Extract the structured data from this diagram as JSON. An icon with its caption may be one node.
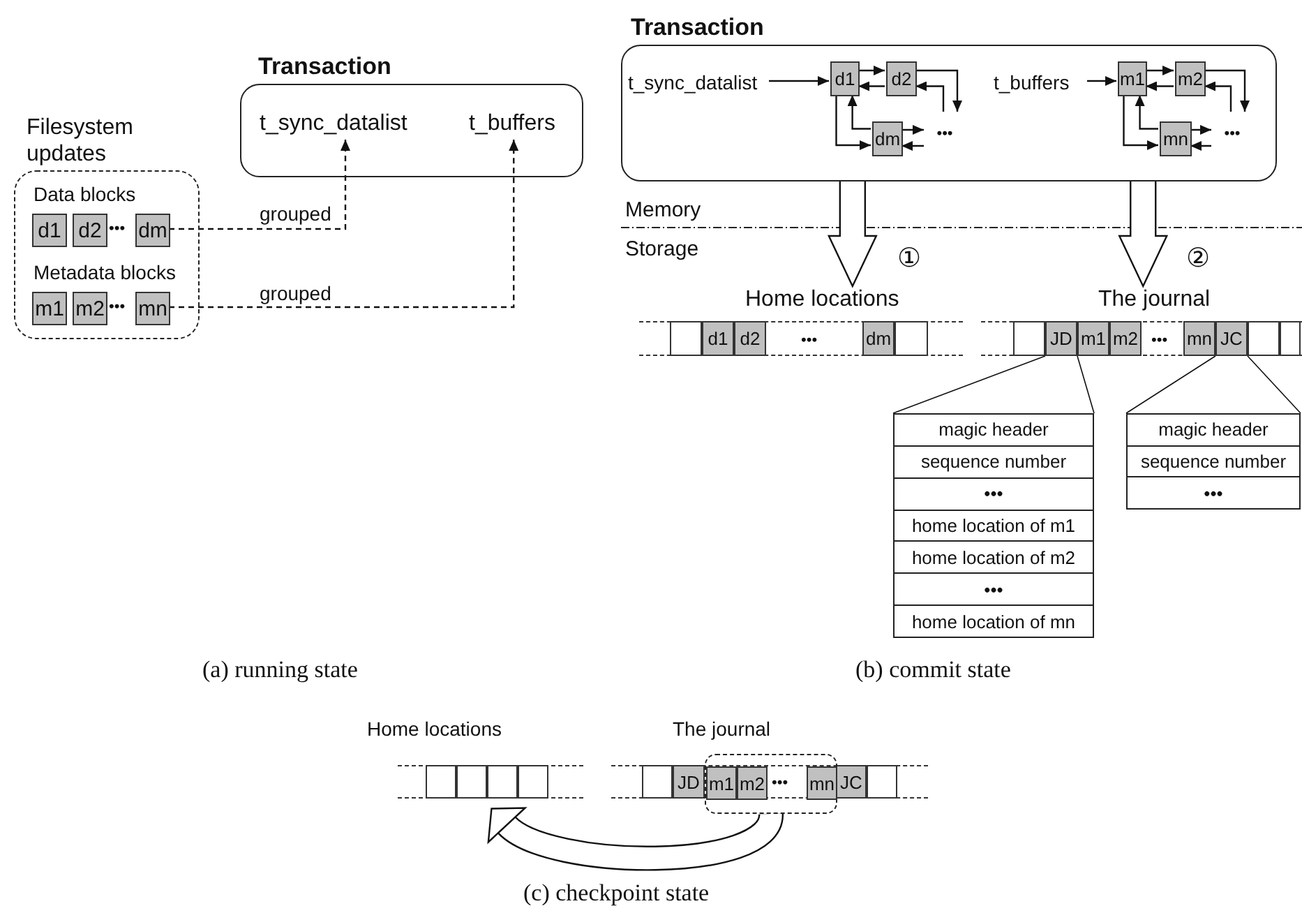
{
  "diagram": {
    "nodes": [
      {
        "text": [
          "Filesystem updates"
        ]
      },
      {
        "text": [
          "d1"
        ],
        "in": 0
      },
      {
        "text": [
          "d2"
        ],
        "in": 0
      },
      {
        "text": [
          "dm"
        ],
        "in": 0
      },
      {
        "text": [
          "m1"
        ],
        "in": 0
      },
      {
        "text": [
          "m2"
        ],
        "in": 0
      },
      {
        "text": [
          "mn"
        ],
        "in": 0
      },
      {
        "text": [
          "Transaction"
        ]
      },
      {
        "text": [
          "t_sync_datalist"
        ],
        "in": 7
      },
      {
        "text": [
          "t_buffers"
        ],
        "in": 7
      },
      {
        "text": [
          "Transaction"
        ]
      },
      {
        "text": [
          "t_sync_datalist"
        ],
        "in": 10
      },
      {
        "text": [
          "d1"
        ],
        "in": 10
      },
      {
        "text": [
          "d2"
        ],
        "in": 10
      },
      {
        "text": [
          "dm"
        ],
        "in": 10
      },
      {
        "text": [
          "•••"
        ],
        "in": 10
      },
      {
        "text": [
          "t_buffers"
        ],
        "in": 10
      },
      {
        "text": [
          "m1"
        ],
        "in": 10
      },
      {
        "text": [
          "m2"
        ],
        "in": 10
      },
      {
        "text": [
          "mn"
        ],
        "in": 10
      },
      {
        "text": [
          "•••"
        ],
        "in": 10
      },
      {
        "text": [
          "Home locations"
        ]
      },
      {
        "text": [],
        "shape": "box",
        "in": 21
      },
      {
        "text": [
          "d1"
        ],
        "in": 21
      },
      {
        "text": [
          "d2"
        ],
        "in": 21
      },
      {
        "text": [
          "dm"
        ],
        "in": 21
      },
      {
        "text": [],
        "shape": "box",
        "in": 21
      },
      {
        "text": [
          "The journal"
        ]
      },
      {
        "text": [],
        "shape": "box",
        "in": 27
      },
      {
        "text": [
          "JD"
        ],
        "in": 27
      },
      {
        "text": [
          "m1"
        ],
        "in": 27
      },
      {
        "text": [
          "m2"
        ],
        "in": 27
      },
      {
        "text": [
          "mn"
        ],
        "in": 27
      },
      {
        "text": [
          "JC"
        ],
        "in": 27
      },
      {
        "text": [],
        "shape": "box",
        "in": 27
      },
      {
        "text": [],
        "shape": "box",
        "in": 27
      },
      {
        "text": [
          "magic header",
          "sequence number",
          "•••",
          "home location of m1",
          "home location of m2",
          "•••",
          "home location of mn"
        ]
      },
      {
        "text": [
          "magic header",
          "sequence number",
          "•••"
        ]
      },
      {
        "text": [
          "Home locations"
        ]
      },
      {
        "text": [],
        "shape": "box",
        "in": 38
      },
      {
        "text": [],
        "shape": "box",
        "in": 38
      },
      {
        "text": [],
        "shape": "box",
        "in": 38
      },
      {
        "text": [],
        "shape": "box",
        "in": 38
      },
      {
        "text": [
          "The journal"
        ]
      },
      {
        "text": [],
        "shape": "box",
        "in": 43
      },
      {
        "text": [
          "JD"
        ],
        "in": 43
      },
      {
        "text": [],
        "shape": "box",
        "in": 43
      },
      {
        "text": [
          "m1"
        ],
        "in": 46
      },
      {
        "text": [
          "m2"
        ],
        "in": 46
      },
      {
        "text": [
          "mn"
        ],
        "in": 46
      },
      {
        "text": [
          "JC"
        ],
        "in": 43
      },
      {
        "text": [],
        "shape": "box",
        "in": 43
      }
    ],
    "edges": [
      {
        "from": 3,
        "to": 8,
        "arrow": "to",
        "style": "dashed",
        "label": "grouped"
      },
      {
        "from": 6,
        "to": 9,
        "arrow": "to",
        "style": "dashed",
        "label": "grouped"
      },
      {
        "from": 11,
        "to": 12,
        "arrow": "to"
      },
      {
        "from": 12,
        "to": 13,
        "arrow": "to"
      },
      {
        "from": 13,
        "to": 12,
        "arrow": "to"
      },
      {
        "from": 13,
        "to": 15,
        "arrow": "to"
      },
      {
        "from": 15,
        "to": 13,
        "arrow": "to"
      },
      {
        "from": 12,
        "to": 14,
        "arrow": "to"
      },
      {
        "from": 14,
        "to": 12,
        "arrow": "to"
      },
      {
        "from": 14,
        "to": 15,
        "arrow": "to"
      },
      {
        "from": 15,
        "to": 14,
        "arrow": "to"
      },
      {
        "from": 16,
        "to": 17,
        "arrow": "to"
      },
      {
        "from": 17,
        "to": 18,
        "arrow": "to"
      },
      {
        "from": 18,
        "to": 17,
        "arrow": "to"
      },
      {
        "from": 18,
        "to": 20,
        "arrow": "to"
      },
      {
        "from": 20,
        "to": 18,
        "arrow": "to"
      },
      {
        "from": 17,
        "to": 19,
        "arrow": "to"
      },
      {
        "from": 19,
        "to": 17,
        "arrow": "to"
      },
      {
        "from": 19,
        "to": 20,
        "arrow": "to"
      },
      {
        "from": 20,
        "to": 19,
        "arrow": "to"
      },
      {
        "from": 10,
        "to": 21,
        "arrow": "to",
        "style": "thick"
      },
      {
        "from": 10,
        "to": 27,
        "arrow": "to",
        "style": "thick"
      },
      {
        "from": 29,
        "to": 36,
        "arrow": "none"
      },
      {
        "from": 29,
        "to": 36,
        "arrow": "none"
      },
      {
        "from": 33,
        "to": 37,
        "arrow": "none"
      },
      {
        "from": 33,
        "to": 37,
        "arrow": "none"
      },
      {
        "from": 46,
        "to": 38,
        "arrow": "to",
        "style": "thick"
      }
    ],
    "labels": [
      "Data blocks",
      "•••",
      "Metadata blocks",
      "•••",
      "Memory",
      "Storage",
      "①",
      "②",
      "•••",
      "•••",
      "(a) running state",
      "(b) commit state",
      "•••",
      "(c) checkpoint state"
    ]
  }
}
